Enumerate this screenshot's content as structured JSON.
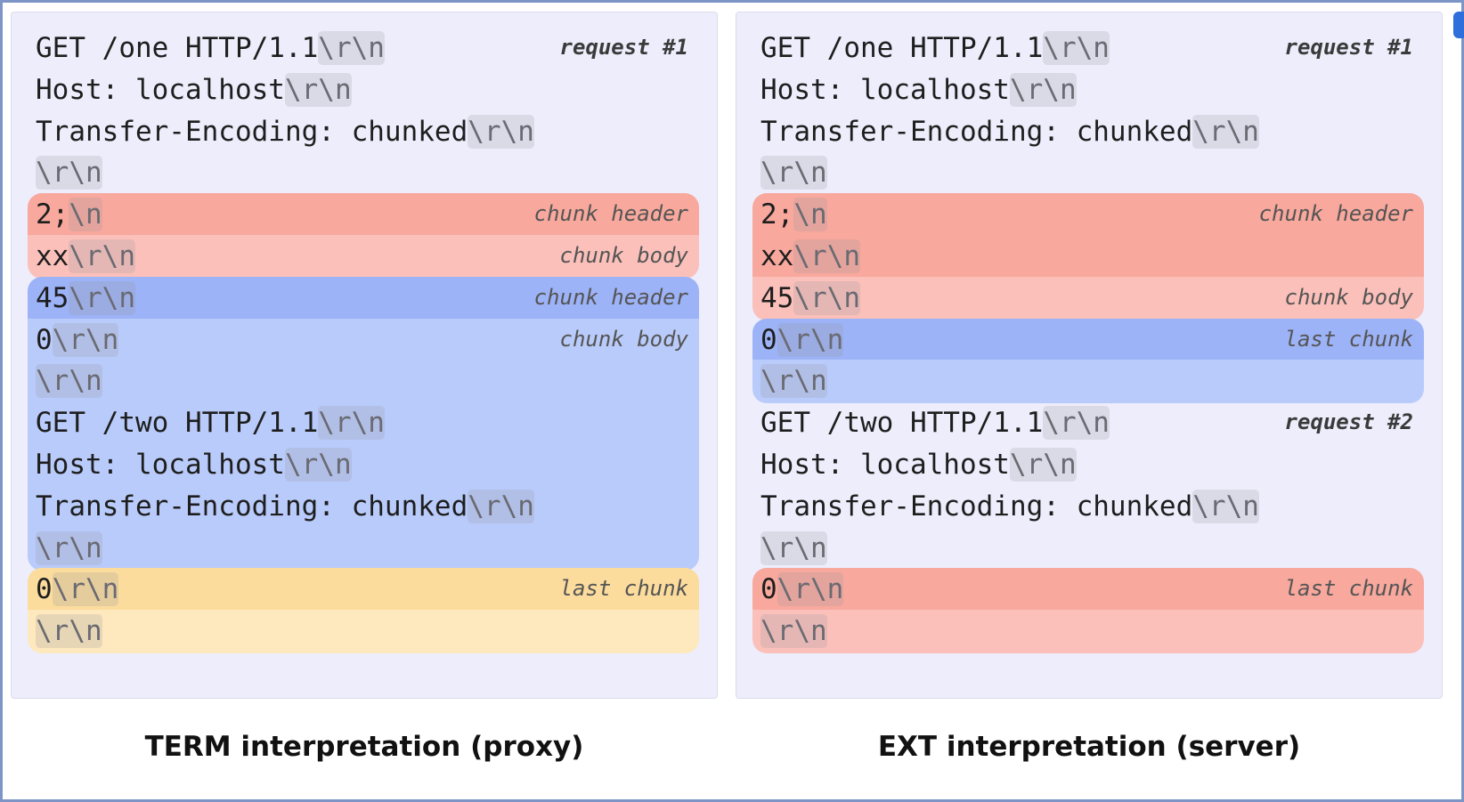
{
  "left": {
    "caption": "TERM interpretation (proxy)",
    "rows": [
      {
        "text": "GET /one HTTP/1.1",
        "ctrl": "\\r\\n",
        "note": "request #1",
        "note_bold": true,
        "hl": ""
      },
      {
        "text": "Host: localhost",
        "ctrl": "\\r\\n",
        "note": "",
        "hl": ""
      },
      {
        "text": "Transfer-Encoding: chunked",
        "ctrl": "\\r\\n",
        "note": "",
        "hl": ""
      },
      {
        "text": "",
        "ctrl": "\\r\\n",
        "note": "",
        "hl": ""
      },
      {
        "text": "2;",
        "ctrl": "\\n",
        "note": "chunk header",
        "hl": "red",
        "round": "top"
      },
      {
        "text": "xx",
        "ctrl": "\\r\\n",
        "note": "chunk body",
        "hl": "pink",
        "round": "bottom"
      },
      {
        "text": "45",
        "ctrl": "\\r\\n",
        "note": "chunk header",
        "hl": "blue-d",
        "round": "top"
      },
      {
        "text": "0",
        "ctrl": "\\r\\n",
        "note": "chunk body",
        "hl": "blue-l"
      },
      {
        "text": "",
        "ctrl": "\\r\\n",
        "note": "",
        "hl": "blue-l"
      },
      {
        "text": "GET /two HTTP/1.1",
        "ctrl": "\\r\\n",
        "note": "",
        "hl": "blue-l"
      },
      {
        "text": "Host: localhost",
        "ctrl": "\\r\\n",
        "note": "",
        "hl": "blue-l"
      },
      {
        "text": "Transfer-Encoding: chunked",
        "ctrl": "\\r\\n",
        "note": "",
        "hl": "blue-l"
      },
      {
        "text": "",
        "ctrl": "\\r\\n",
        "note": "",
        "hl": "blue-l",
        "round": "bottom"
      },
      {
        "text": "0",
        "ctrl": "\\r\\n",
        "note": "last chunk",
        "hl": "amb-d",
        "round": "top"
      },
      {
        "text": "",
        "ctrl": "\\r\\n",
        "note": "",
        "hl": "amb-l",
        "round": "bottom"
      }
    ]
  },
  "right": {
    "caption": "EXT interpretation (server)",
    "rows": [
      {
        "text": "GET /one HTTP/1.1",
        "ctrl": "\\r\\n",
        "note": "request #1",
        "note_bold": true,
        "hl": ""
      },
      {
        "text": "Host: localhost",
        "ctrl": "\\r\\n",
        "note": "",
        "hl": ""
      },
      {
        "text": "Transfer-Encoding: chunked",
        "ctrl": "\\r\\n",
        "note": "",
        "hl": ""
      },
      {
        "text": "",
        "ctrl": "\\r\\n",
        "note": "",
        "hl": ""
      },
      {
        "text": "2;",
        "ctrl": "\\n",
        "note": "chunk header",
        "hl": "red",
        "round": "top"
      },
      {
        "text": "xx",
        "ctrl": "\\r\\n",
        "note": "",
        "hl": "red"
      },
      {
        "text": "45",
        "ctrl": "\\r\\n",
        "note": "chunk body",
        "hl": "pink",
        "round": "bottom"
      },
      {
        "text": "0",
        "ctrl": "\\r\\n",
        "note": "last chunk",
        "hl": "blue-d",
        "round": "top"
      },
      {
        "text": "",
        "ctrl": "\\r\\n",
        "note": "",
        "hl": "blue-l",
        "round": "bottom"
      },
      {
        "text": "GET /two HTTP/1.1",
        "ctrl": "\\r\\n",
        "note": "request #2",
        "note_bold": true,
        "hl": ""
      },
      {
        "text": "Host: localhost",
        "ctrl": "\\r\\n",
        "note": "",
        "hl": ""
      },
      {
        "text": "Transfer-Encoding: chunked",
        "ctrl": "\\r\\n",
        "note": "",
        "hl": ""
      },
      {
        "text": "",
        "ctrl": "\\r\\n",
        "note": "",
        "hl": ""
      },
      {
        "text": "0",
        "ctrl": "\\r\\n",
        "note": "last chunk",
        "hl": "red",
        "round": "top"
      },
      {
        "text": "",
        "ctrl": "\\r\\n",
        "note": "",
        "hl": "pink",
        "round": "bottom"
      }
    ]
  }
}
